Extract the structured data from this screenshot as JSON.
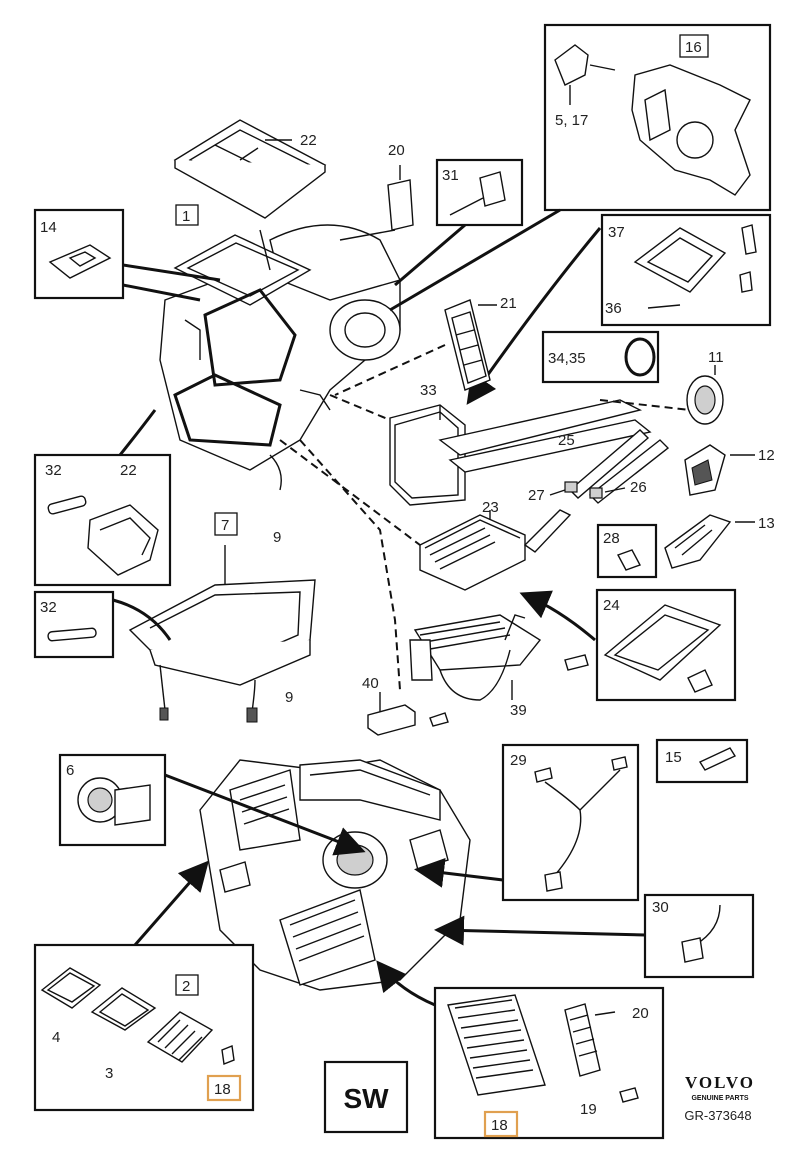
{
  "callouts": [
    "22",
    "20",
    "1",
    "14",
    "31",
    "16",
    "5, 17",
    "37",
    "36",
    "21",
    "34,35",
    "11",
    "33",
    "25",
    "12",
    "32",
    "22",
    "9",
    "27",
    "26",
    "23",
    "13",
    "28",
    "7",
    "24",
    "32",
    "9",
    "40",
    "39",
    "6",
    "29",
    "15",
    "30",
    "4",
    "3",
    "2",
    "18",
    "20",
    "19",
    "18"
  ],
  "sw_badge": "SW",
  "brand": "VOLVO",
  "brand_sub": "GENUINE PARTS",
  "reference": "GR-373648"
}
